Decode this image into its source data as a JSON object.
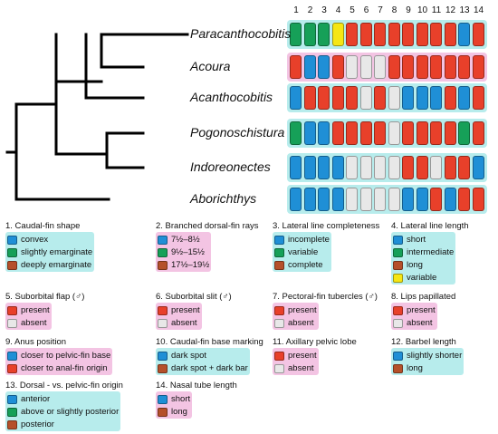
{
  "colors": {
    "blue": "#1f8fd6",
    "green": "#16a058",
    "brown": "#b5502a",
    "red": "#e8402a",
    "yellow": "#f5e614",
    "grey": "#e8e8e8",
    "cyan_bg": "#b7ecec",
    "pink_bg": "#f3c4e3",
    "line": "#000000"
  },
  "columns": [
    "1",
    "2",
    "3",
    "4",
    "5",
    "6",
    "7",
    "8",
    "9",
    "10",
    "11",
    "12",
    "13",
    "14"
  ],
  "taxa": [
    {
      "name": "Paracanthocobitis",
      "bg": "cyan_bg",
      "cells": [
        "green",
        "green",
        "green",
        "yellow",
        "red",
        "red",
        "red",
        "red",
        "red",
        "red",
        "red",
        "red",
        "blue",
        "red"
      ]
    },
    {
      "name": "Acoura",
      "bg": "pink_bg",
      "cells": [
        "red",
        "blue",
        "blue",
        "red",
        "grey",
        "grey",
        "grey",
        "red",
        "red",
        "red",
        "red",
        "red",
        "red",
        "red"
      ]
    },
    {
      "name": "Acanthocobitis",
      "bg": "cyan_bg",
      "cells": [
        "blue",
        "red",
        "red",
        "red",
        "red",
        "grey",
        "red",
        "grey",
        "blue",
        "blue",
        "blue",
        "red",
        "blue",
        "red"
      ]
    },
    {
      "name": "Pogonoschistura",
      "bg": "cyan_bg",
      "cells": [
        "green",
        "blue",
        "blue",
        "red",
        "red",
        "red",
        "red",
        "grey",
        "red",
        "red",
        "red",
        "red",
        "green",
        "red"
      ]
    },
    {
      "name": "Indoreonectes",
      "bg": "cyan_bg",
      "cells": [
        "blue",
        "blue",
        "blue",
        "blue",
        "grey",
        "grey",
        "grey",
        "grey",
        "red",
        "red",
        "grey",
        "red",
        "red",
        "blue"
      ]
    },
    {
      "name": "Aborichthys",
      "bg": "cyan_bg",
      "cells": [
        "blue",
        "blue",
        "blue",
        "blue",
        "grey",
        "grey",
        "grey",
        "grey",
        "blue",
        "blue",
        "red",
        "blue",
        "red",
        "red"
      ]
    }
  ],
  "legend": [
    {
      "title": "1. Caudal-fin shape",
      "bg": "cyan_bg",
      "items": [
        {
          "color": "blue",
          "label": "convex"
        },
        {
          "color": "green",
          "label": "slightly emarginate"
        },
        {
          "color": "brown",
          "label": "deeply emarginate"
        }
      ]
    },
    {
      "title": "2. Branched dorsal-fin rays",
      "bg": "pink_bg",
      "items": [
        {
          "color": "blue",
          "label": "7½–8½"
        },
        {
          "color": "green",
          "label": "9½–15½"
        },
        {
          "color": "brown",
          "label": "17½–19½"
        }
      ]
    },
    {
      "title": "3. Lateral line completeness",
      "bg": "cyan_bg",
      "items": [
        {
          "color": "blue",
          "label": "incomplete"
        },
        {
          "color": "green",
          "label": "variable"
        },
        {
          "color": "brown",
          "label": "complete"
        }
      ]
    },
    {
      "title": "4. Lateral line length",
      "bg": "cyan_bg",
      "items": [
        {
          "color": "blue",
          "label": "short"
        },
        {
          "color": "green",
          "label": "intermediate"
        },
        {
          "color": "brown",
          "label": "long"
        },
        {
          "color": "yellow",
          "label": "variable"
        }
      ]
    },
    {
      "title": "5. Suborbital flap (♂)",
      "bg": "pink_bg",
      "items": [
        {
          "color": "red",
          "label": "present"
        },
        {
          "color": "grey",
          "label": "absent"
        }
      ]
    },
    {
      "title": "6. Suborbital slit (♂)",
      "bg": "pink_bg",
      "items": [
        {
          "color": "red",
          "label": "present"
        },
        {
          "color": "grey",
          "label": "absent"
        }
      ]
    },
    {
      "title": "7. Pectoral-fin tubercles (♂)",
      "bg": "pink_bg",
      "items": [
        {
          "color": "red",
          "label": "present"
        },
        {
          "color": "grey",
          "label": "absent"
        }
      ]
    },
    {
      "title": "8. Lips papillated",
      "bg": "pink_bg",
      "items": [
        {
          "color": "red",
          "label": "present"
        },
        {
          "color": "grey",
          "label": "absent"
        }
      ]
    },
    {
      "title": "9. Anus position",
      "bg": "pink_bg",
      "items": [
        {
          "color": "blue",
          "label": "closer to pelvic-fin base"
        },
        {
          "color": "red",
          "label": "closer to anal-fin origin"
        }
      ]
    },
    {
      "title": "10. Caudal-fin base marking",
      "bg": "cyan_bg",
      "items": [
        {
          "color": "blue",
          "label": "dark spot"
        },
        {
          "color": "brown",
          "label": "dark spot + dark bar"
        }
      ]
    },
    {
      "title": "11. Axillary pelvic lobe",
      "bg": "pink_bg",
      "items": [
        {
          "color": "red",
          "label": "present"
        },
        {
          "color": "grey",
          "label": "absent"
        }
      ]
    },
    {
      "title": "12. Barbel length",
      "bg": "cyan_bg",
      "items": [
        {
          "color": "blue",
          "label": "slightly shorter"
        },
        {
          "color": "brown",
          "label": "long"
        }
      ]
    },
    {
      "title": "13. Dorsal - vs. pelvic-fin origin",
      "bg": "cyan_bg",
      "items": [
        {
          "color": "blue",
          "label": "anterior"
        },
        {
          "color": "green",
          "label": "above or slightly posterior"
        },
        {
          "color": "brown",
          "label": "posterior"
        }
      ]
    },
    {
      "title": "14. Nasal tube length",
      "bg": "pink_bg",
      "items": [
        {
          "color": "blue",
          "label": "short"
        },
        {
          "color": "brown",
          "label": "long"
        }
      ]
    }
  ]
}
